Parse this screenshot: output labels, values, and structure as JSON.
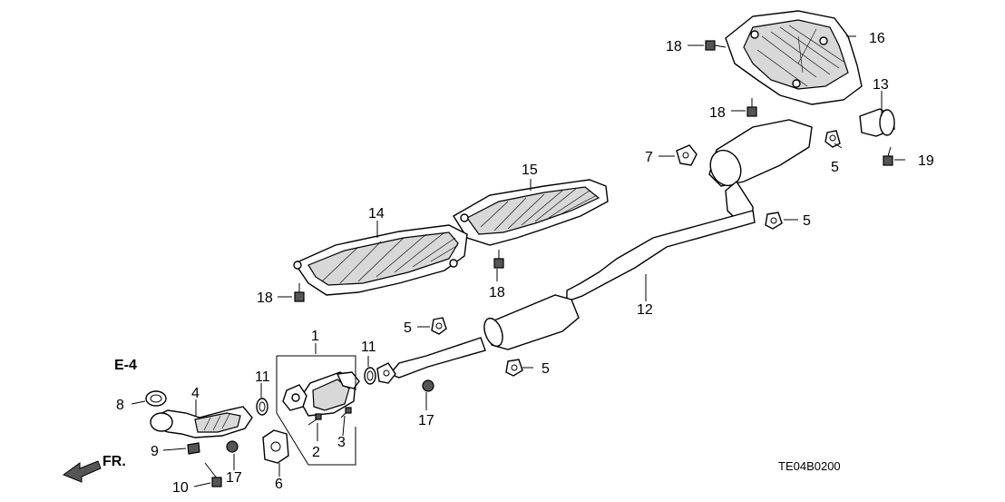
{
  "diagram": {
    "ref_label": "E-4",
    "front_label": "FR.",
    "diagram_code": "TE04B0200",
    "callouts": {
      "c1": "1",
      "c2": "2",
      "c3": "3",
      "c4": "4",
      "c5a": "5",
      "c5b": "5",
      "c5c": "5",
      "c5d": "5",
      "c6": "6",
      "c7": "7",
      "c8": "8",
      "c9": "9",
      "c10": "10",
      "c11a": "11",
      "c11b": "11",
      "c12": "12",
      "c13": "13",
      "c14": "14",
      "c15": "15",
      "c16": "16",
      "c17a": "17",
      "c17b": "17",
      "c18a": "18",
      "c18b": "18",
      "c18c": "18",
      "c18d": "18",
      "c19": "19"
    }
  }
}
